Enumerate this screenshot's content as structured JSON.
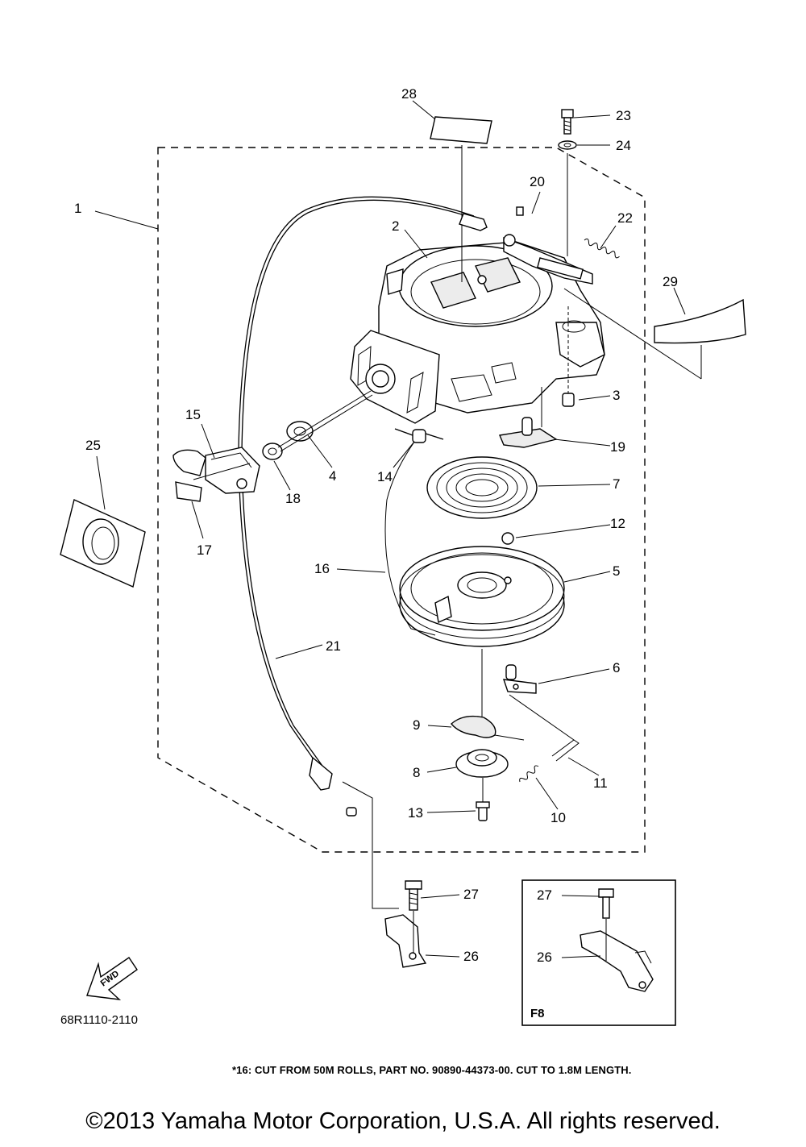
{
  "diagram": {
    "drawing_code": "68R1110-2110",
    "fwd_label": "FWD",
    "inset_label": "F8",
    "footnote": "*16: CUT FROM 50M ROLLS, PART NO. 90890-44373-00. CUT TO 1.8M LENGTH.",
    "copyright": "©2013 Yamaha Motor Corporation, U.S.A. All rights reserved.",
    "callouts": [
      {
        "id": "c1",
        "label": "1"
      },
      {
        "id": "c2",
        "label": "2"
      },
      {
        "id": "c3",
        "label": "3"
      },
      {
        "id": "c4",
        "label": "4"
      },
      {
        "id": "c5",
        "label": "5"
      },
      {
        "id": "c6",
        "label": "6"
      },
      {
        "id": "c7",
        "label": "7"
      },
      {
        "id": "c8",
        "label": "8"
      },
      {
        "id": "c9",
        "label": "9"
      },
      {
        "id": "c10",
        "label": "10"
      },
      {
        "id": "c11",
        "label": "11"
      },
      {
        "id": "c12",
        "label": "12"
      },
      {
        "id": "c13",
        "label": "13"
      },
      {
        "id": "c14",
        "label": "14"
      },
      {
        "id": "c15",
        "label": "15"
      },
      {
        "id": "c16",
        "label": "16"
      },
      {
        "id": "c17",
        "label": "17"
      },
      {
        "id": "c18",
        "label": "18"
      },
      {
        "id": "c19",
        "label": "19"
      },
      {
        "id": "c20",
        "label": "20"
      },
      {
        "id": "c21",
        "label": "21"
      },
      {
        "id": "c22",
        "label": "22"
      },
      {
        "id": "c23",
        "label": "23"
      },
      {
        "id": "c24",
        "label": "24"
      },
      {
        "id": "c25",
        "label": "25"
      },
      {
        "id": "c26",
        "label": "26"
      },
      {
        "id": "c27",
        "label": "27"
      },
      {
        "id": "c28",
        "label": "28"
      },
      {
        "id": "c29",
        "label": "29"
      },
      {
        "id": "c26b",
        "label": "26"
      },
      {
        "id": "c27b",
        "label": "27"
      }
    ]
  }
}
